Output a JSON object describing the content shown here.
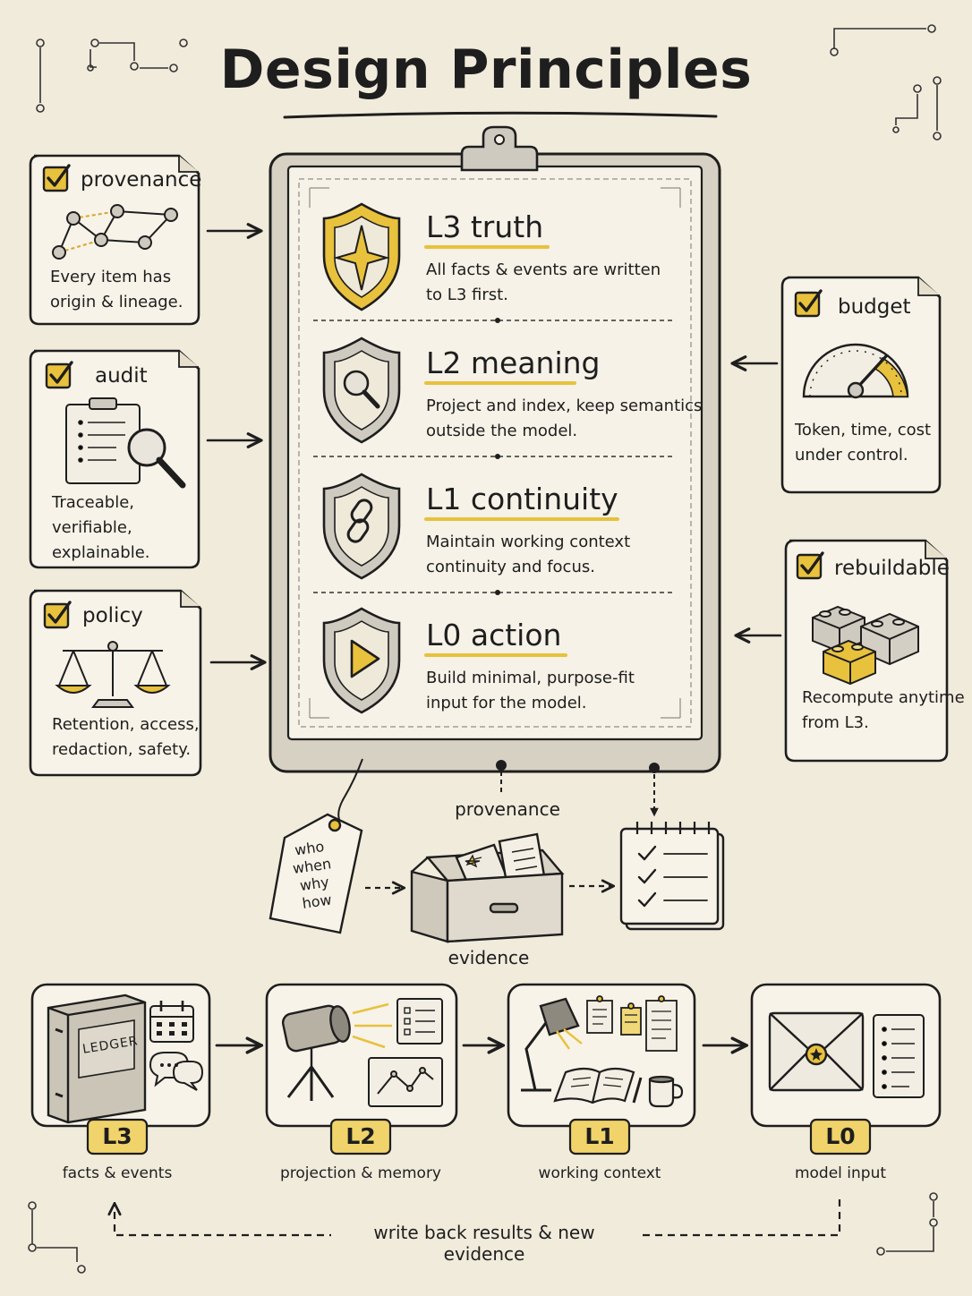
{
  "title": "Design Principles",
  "colors": {
    "paper": "#f1ebdc",
    "ink": "#1e1e1e",
    "accent": "#e8c13d",
    "card": "#f7f3e8"
  },
  "principles_left": [
    {
      "title": "provenance",
      "description": "Every item has\norigin & lineage.",
      "icon": "network-graph-icon"
    },
    {
      "title": "audit",
      "description": "Traceable,\nverifiable,\nexplainable.",
      "icon": "clipboard-magnifier-icon"
    },
    {
      "title": "policy",
      "description": "Retention, access,\nredaction, safety.",
      "icon": "scales-icon"
    }
  ],
  "principles_right": [
    {
      "title": "budget",
      "description": "Token, time, cost\nunder control.",
      "icon": "gauge-icon"
    },
    {
      "title": "rebuildable",
      "description": "Recompute anytime\nfrom L3.",
      "icon": "bricks-icon"
    }
  ],
  "layers": [
    {
      "title": "L3 truth",
      "description": "All facts & events are written\nto L3 first.",
      "icon": "shield-star-icon"
    },
    {
      "title": "L2 meaning",
      "description": "Project and index, keep semantics\noutside the model.",
      "icon": "shield-magnifier-icon"
    },
    {
      "title": "L1 continuity",
      "description": "Maintain working context\ncontinuity and focus.",
      "icon": "shield-chain-icon"
    },
    {
      "title": "L0 action",
      "description": "Build minimal, purpose-fit\ninput for the model.",
      "icon": "shield-play-icon"
    }
  ],
  "provenance_flow": {
    "tag_text": "who\nwhen\nwhy\nhow",
    "top_label": "provenance",
    "bottom_label": "evidence"
  },
  "pipeline": [
    {
      "label": "L3",
      "caption": "facts & events",
      "icon": "ledger-book-icon",
      "book_text": "LEDGER"
    },
    {
      "label": "L2",
      "caption": "projection & memory",
      "icon": "projector-icon"
    },
    {
      "label": "L1",
      "caption": "working context",
      "icon": "desk-lamp-icon"
    },
    {
      "label": "L0",
      "caption": "model input",
      "icon": "envelope-icon"
    }
  ],
  "writeback_label": "write back results & new evidence"
}
